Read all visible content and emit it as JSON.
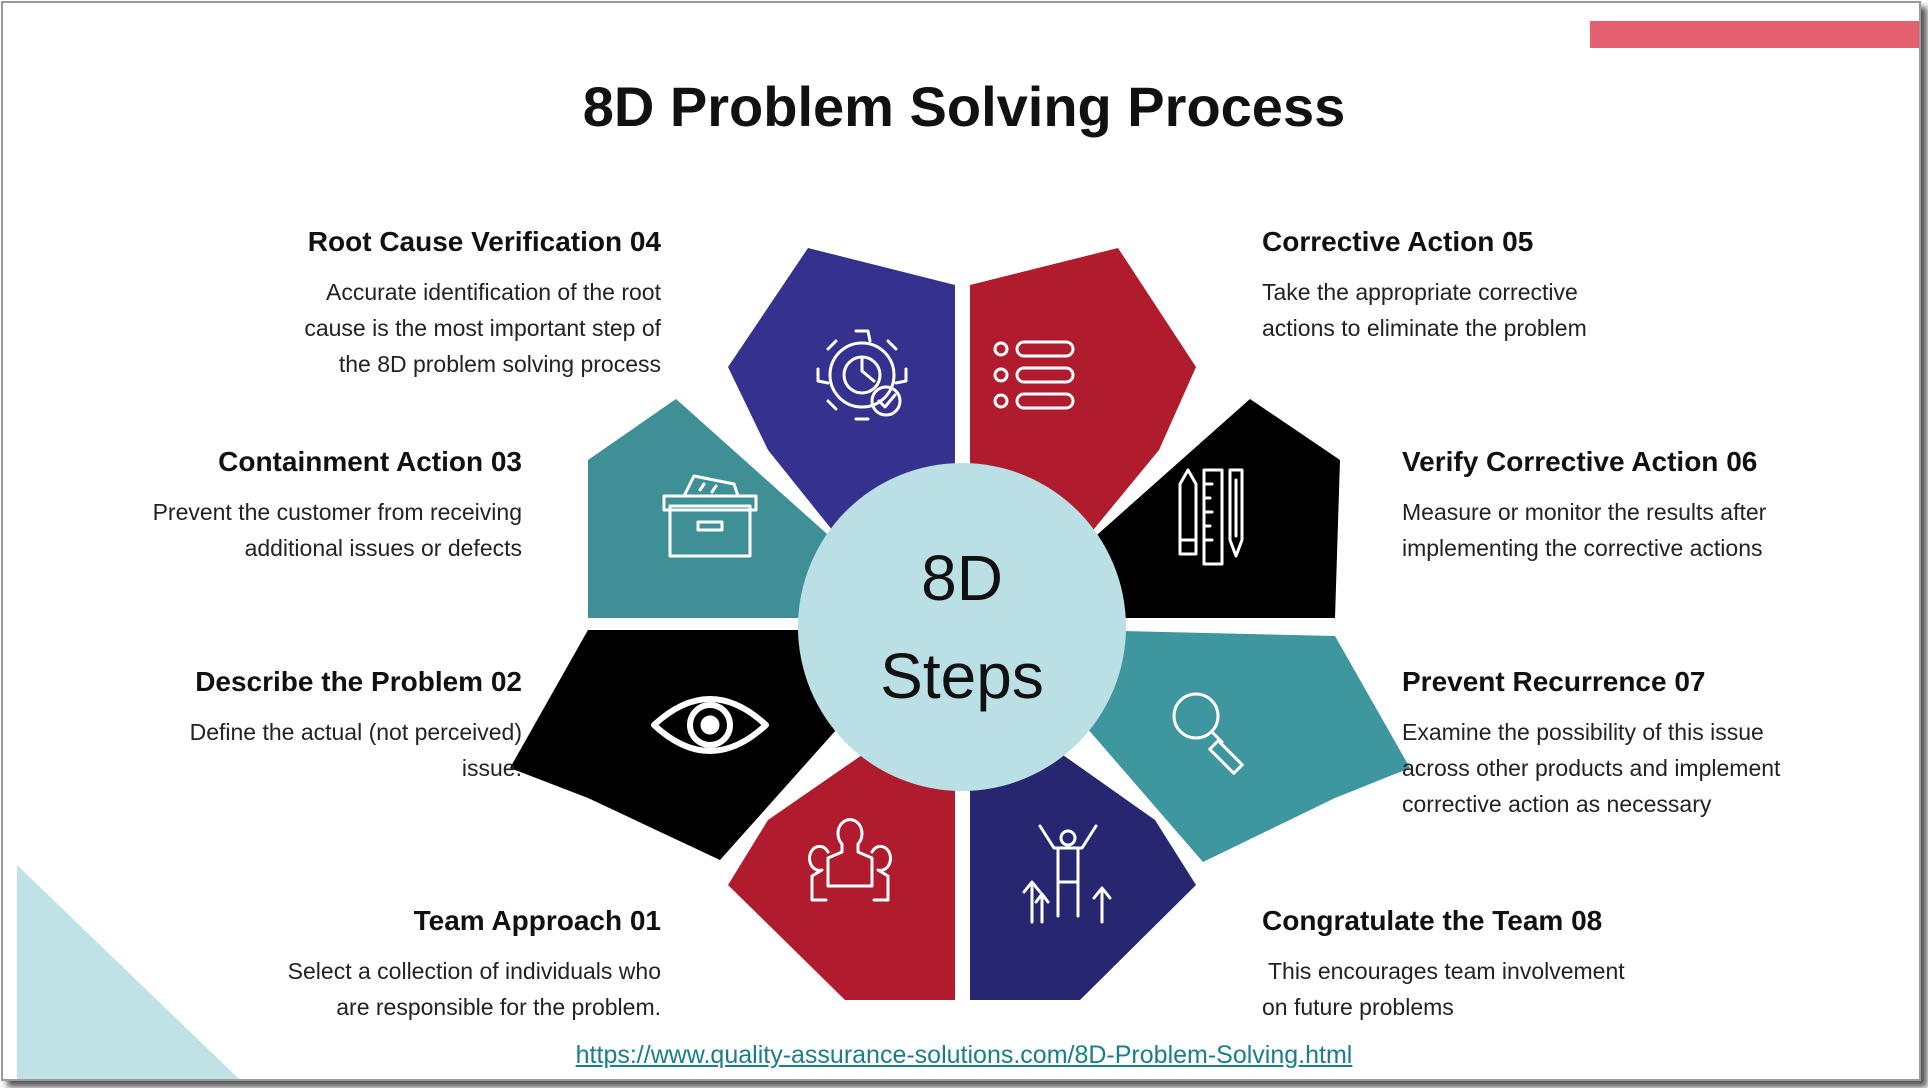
{
  "title": "8D Problem Solving Process",
  "hub": {
    "line1": "8D",
    "line2": "Steps",
    "color": "#badfe4"
  },
  "colors": {
    "accent_bar": "#e46070",
    "corner_triangle": "#bfe2e6",
    "link": "#1a7e8a"
  },
  "steps": [
    {
      "title": "Team Approach 01",
      "text": [
        "Select a collection of individuals who",
        "are responsible for the problem."
      ],
      "color": "#b01c2e",
      "icon": "team-icon"
    },
    {
      "title": "Describe the Problem 02",
      "text": [
        "Define the actual (not perceived)",
        "issue."
      ],
      "color": "#000000",
      "icon": "eye-icon"
    },
    {
      "title": "Containment Action 03",
      "text": [
        "Prevent the customer from receiving",
        "additional issues or defects"
      ],
      "color": "#3e8f96",
      "icon": "box-icon"
    },
    {
      "title": "Root Cause Verification 04",
      "text": [
        "Accurate identification of the root",
        "cause is the most important step of",
        "the 8D problem solving process"
      ],
      "color": "#34318f",
      "icon": "gear-check-icon"
    },
    {
      "title": "Corrective Action 05",
      "text": [
        "Take the appropriate corrective",
        "actions to eliminate the problem"
      ],
      "color": "#b01c2e",
      "icon": "list-icon"
    },
    {
      "title": "Verify Corrective Action 06",
      "text": [
        "Measure or monitor the results after",
        "implementing the corrective actions"
      ],
      "color": "#000000",
      "icon": "tools-icon"
    },
    {
      "title": "Prevent Recurrence 07",
      "text": [
        "Examine the possibility of this issue",
        "across other products and implement",
        "corrective action as necessary"
      ],
      "color": "#3e979e",
      "icon": "magnifier-icon"
    },
    {
      "title": "Congratulate the Team 08",
      "text": [
        " This encourages team involvement",
        "on future problems"
      ],
      "color": "#272670",
      "icon": "celebrate-icon"
    }
  ],
  "source_url": "https://www.quality-assurance-solutions.com/8D-Problem-Solving.html"
}
